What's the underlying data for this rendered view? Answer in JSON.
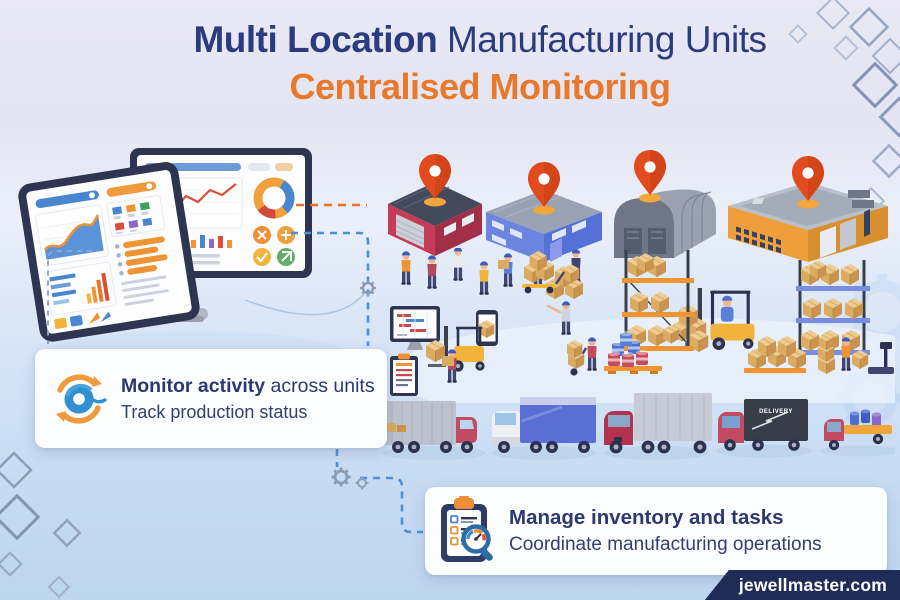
{
  "header": {
    "title_emphasis": "Multi Location",
    "title_rest": " Manufacturing Units",
    "subtitle": "Centralised Monitoring",
    "title_color": "#2b3c7e",
    "subtitle_color": "#e8792c"
  },
  "callout_monitor": {
    "heading_emphasis": "Monitor activity",
    "heading_rest": " across units",
    "subheading": "Track production status",
    "icon": "sync-monitor-icon"
  },
  "callout_manage": {
    "heading": "Manage inventory and tasks",
    "subheading": "Coordinate manufacturing operations",
    "icon": "clipboard-magnifier-icon"
  },
  "footer": {
    "website": "jewellmaster.com"
  },
  "scene": {
    "dashboards": "two analytics dashboard screens with charts",
    "locations": [
      "red factory unit",
      "blue warehouse unit",
      "gray hangar unit",
      "orange factory unit"
    ],
    "location_pin_color": "#e24b1e",
    "warehouse_elements": [
      "workers",
      "cardboard boxes",
      "forklifts",
      "pallet racks",
      "barrels",
      "hand trucks",
      "weighing scale",
      "gantt monitor",
      "clipboard"
    ],
    "truck_labels": [
      "DELIVERY"
    ]
  },
  "colors": {
    "background_top": "#e9e8f4",
    "background_bottom": "#bed5ef",
    "accent_orange": "#ef9435",
    "accent_blue": "#4a86cf",
    "dashed_blue": "#4a90d9",
    "dashed_orange": "#e8702a",
    "banner_navy": "#202c58"
  }
}
